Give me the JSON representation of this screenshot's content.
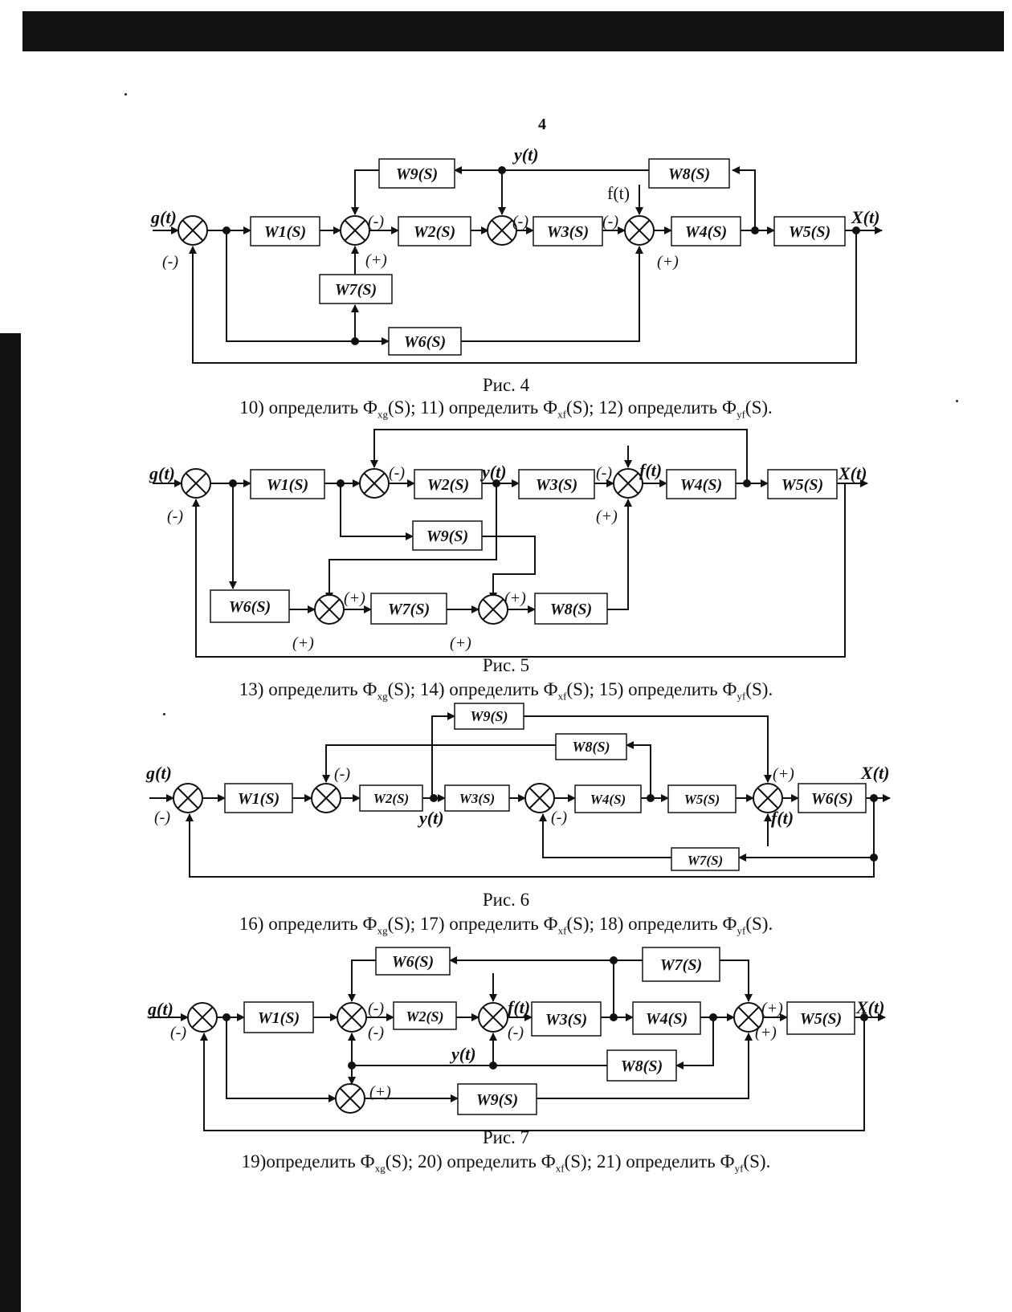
{
  "page_number": "4",
  "figures": [
    {
      "caption": "Рис. 4",
      "blocks": [
        "W1(S)",
        "W2(S)",
        "W3(S)",
        "W4(S)",
        "W5(S)",
        "W6(S)",
        "W7(S)",
        "W8(S)",
        "W9(S)"
      ],
      "signals": {
        "input": "g(t)",
        "output": "X(t)",
        "disturbance": "f(t)",
        "intermediate": "y(t)"
      },
      "task": [
        {
          "n": "10) определить Ф",
          "s": "xg",
          "t": "(S); "
        },
        {
          "n": "11) определить Ф",
          "s": "xf",
          "t": "(S); "
        },
        {
          "n": "12) определить Ф",
          "s": "yf",
          "t": "(S)."
        }
      ]
    },
    {
      "caption": "Рис. 5",
      "blocks": [
        "W1(S)",
        "W2(S)",
        "W3(S)",
        "W4(S)",
        "W5(S)",
        "W6(S)",
        "W7(S)",
        "W8(S)",
        "W9(S)"
      ],
      "signals": {
        "input": "g(t)",
        "output": "X(t)",
        "disturbance": "f(t)",
        "intermediate": "y(t)"
      },
      "task": [
        {
          "n": "13) определить Ф",
          "s": "xg",
          "t": "(S); "
        },
        {
          "n": "14) определить Ф",
          "s": "xf",
          "t": "(S); "
        },
        {
          "n": "15) определить Ф",
          "s": "yf",
          "t": "(S)."
        }
      ]
    },
    {
      "caption": "Рис. 6",
      "blocks": [
        "W1(S)",
        "W2(S)",
        "W3(S)",
        "W4(S)",
        "W5(S)",
        "W6(S)",
        "W7(S)",
        "W8(S)",
        "W9(S)"
      ],
      "signals": {
        "input": "g(t)",
        "output": "X(t)",
        "disturbance": "f(t)",
        "intermediate": "y(t)"
      },
      "task": [
        {
          "n": "16) определить Ф",
          "s": "xg",
          "t": "(S); "
        },
        {
          "n": "17) определить Ф",
          "s": "xf",
          "t": "(S); "
        },
        {
          "n": "18) определить Ф",
          "s": "yf",
          "t": "(S)."
        }
      ]
    },
    {
      "caption": "Рис. 7",
      "blocks": [
        "W1(S)",
        "W2(S)",
        "W3(S)",
        "W4(S)",
        "W5(S)",
        "W6(S)",
        "W7(S)",
        "W8(S)",
        "W9(S)"
      ],
      "signals": {
        "input": "g(t)",
        "output": "X(t)",
        "disturbance": "f(t)",
        "intermediate": "y(t)"
      },
      "task": [
        {
          "n": "19)определить Ф",
          "s": "xg",
          "t": "(S); "
        },
        {
          "n": "20) определить Ф",
          "s": "xf",
          "t": "(S); "
        },
        {
          "n": "21) определить Ф",
          "s": "yf",
          "t": "(S)."
        }
      ]
    }
  ],
  "signs": {
    "minus": "(-)",
    "plus": "(+)"
  }
}
